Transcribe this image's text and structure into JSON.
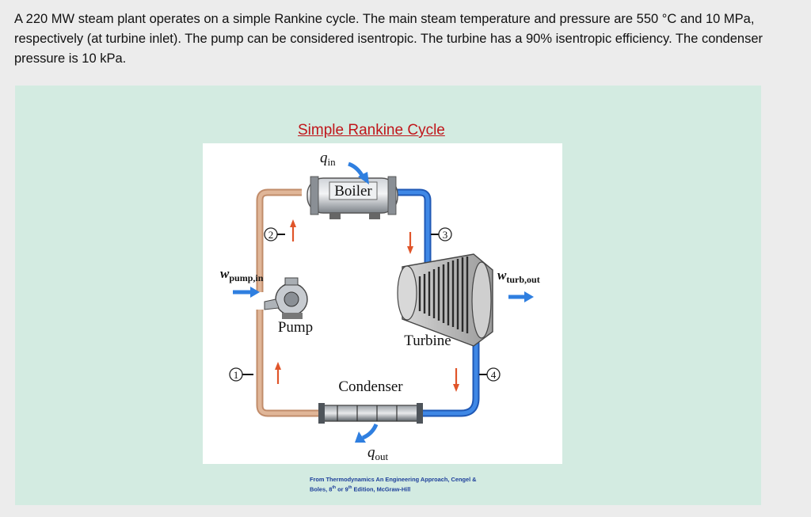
{
  "problem": {
    "text": "A 220 MW steam plant operates on a simple Rankine cycle. The main steam temperature and pressure are 550 °C and 10 MPa, respectively (at turbine inlet). The pump can be considered isentropic. The turbine has a 90% isentropic efficiency. The condenser pressure is 10 kPa."
  },
  "figure": {
    "title": "Simple Rankine Cycle",
    "components": {
      "boiler": "Boiler",
      "pump": "Pump",
      "turbine": "Turbine",
      "condenser": "Condenser"
    },
    "states": [
      "1",
      "2",
      "3",
      "4"
    ],
    "q_in": {
      "base": "q",
      "sub": "in"
    },
    "q_out": {
      "base": "q",
      "sub": "out"
    },
    "w_pump": {
      "base": "w",
      "sub": "pump,in"
    },
    "w_turb": {
      "base": "w",
      "sub": "turb,out"
    },
    "colors": {
      "hot_pipe": "#2a6fd6",
      "cold_pipe": "#d7a888",
      "flow_arrow": "#2f7fe0",
      "direction_arrow": "#e0552a"
    }
  },
  "credit": {
    "line1": "From Thermodynamics An Engineering Approach, Cengel &",
    "line2_a": "Boles, 8",
    "sup_a": "th",
    "line2_b": " or 9",
    "sup_b": "th",
    "line2_c": " Edition, McGraw-Hill"
  }
}
